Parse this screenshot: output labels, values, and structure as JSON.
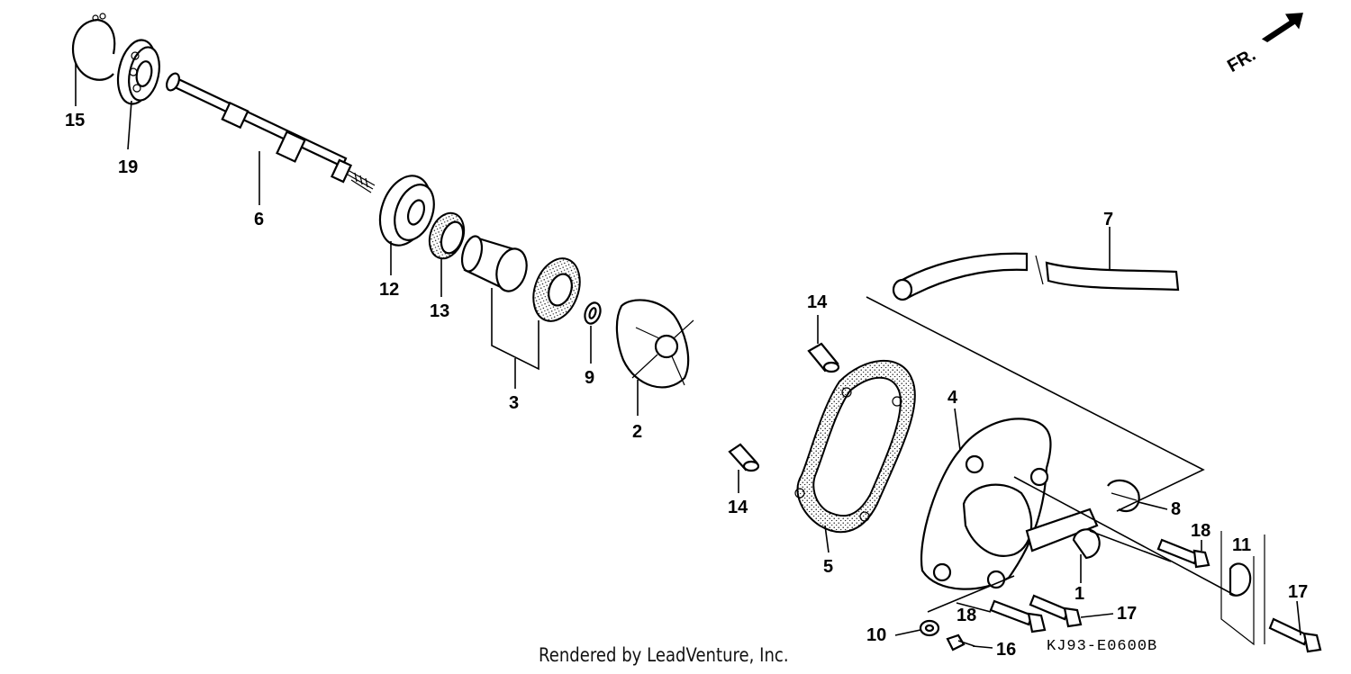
{
  "diagram": {
    "callouts": [
      "15",
      "19",
      "6",
      "12",
      "13",
      "3",
      "9",
      "2",
      "14",
      "14",
      "5",
      "4",
      "7",
      "8",
      "18",
      "11",
      "1",
      "17",
      "17",
      "18",
      "10",
      "16"
    ],
    "orientation_marker": "FR.",
    "drawing_code": "KJ93-E0600B"
  },
  "footer": {
    "credit": "Rendered by LeadVenture, Inc."
  }
}
